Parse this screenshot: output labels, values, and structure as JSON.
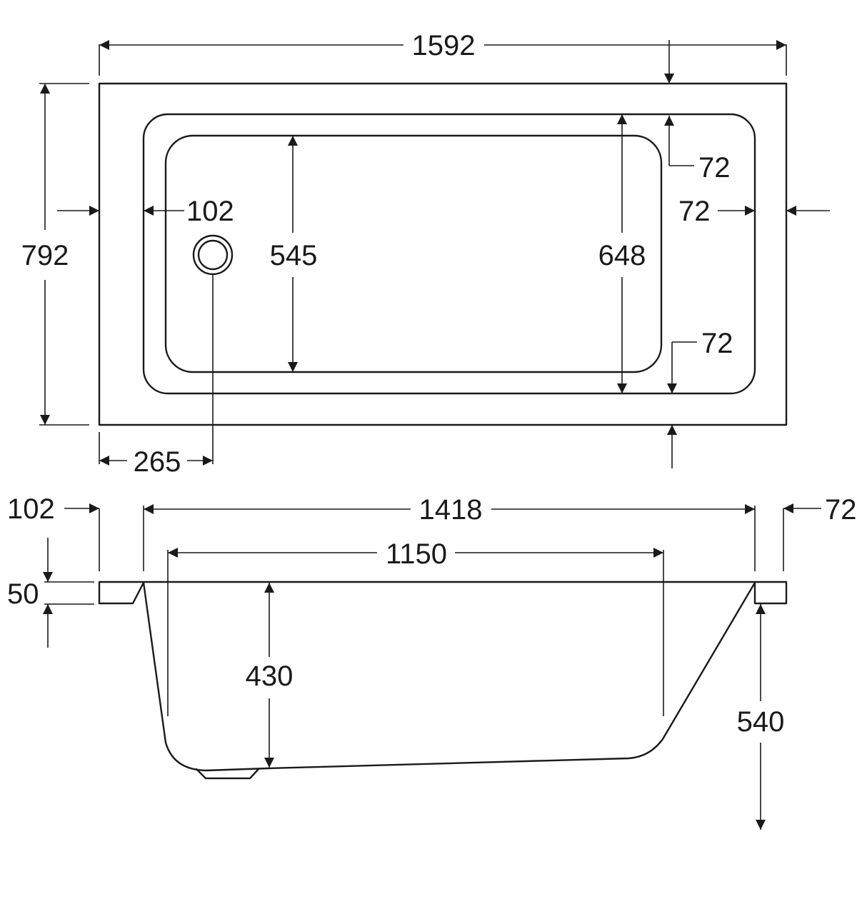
{
  "colors": {
    "line": "#1a1a1a",
    "background": "#ffffff"
  },
  "plan_view": {
    "overall_length": "1592",
    "overall_width": "792",
    "inner_width": "648",
    "floor_width": "545",
    "end_rim_waste": "102",
    "end_rim_tap": "72",
    "side_rim_top": "72",
    "side_rim_bottom": "72",
    "waste_offset": "265"
  },
  "section_view": {
    "rim_left": "102",
    "inner_length": "1418",
    "rim_right": "72",
    "floor_length": "1150",
    "rim_thickness": "50",
    "depth": "430",
    "total_height": "540"
  }
}
